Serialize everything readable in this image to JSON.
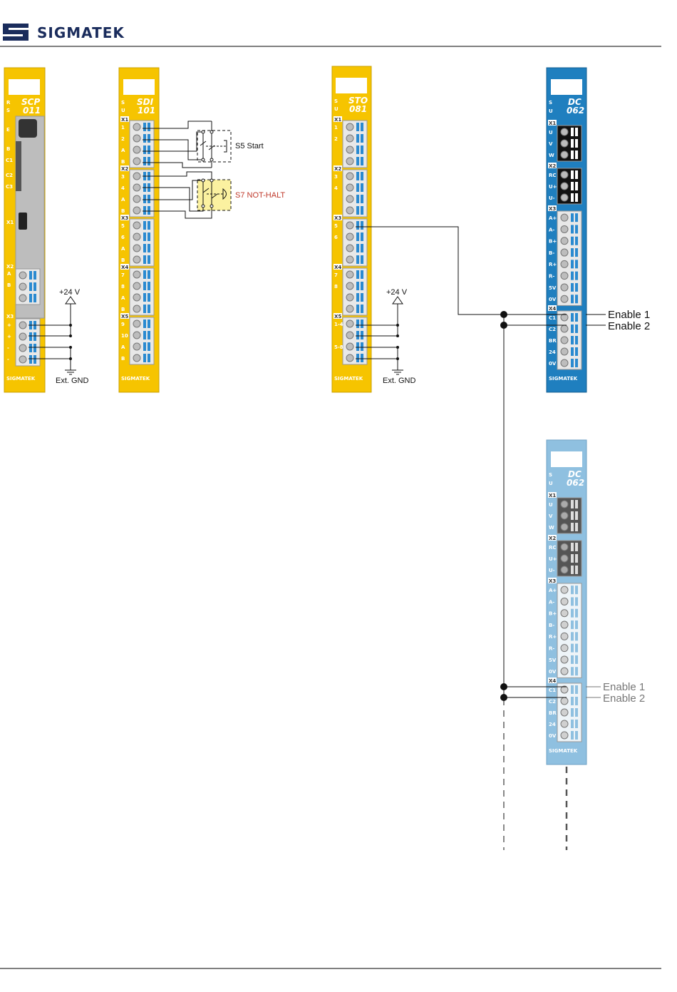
{
  "header": {
    "logo_text": "SIGMATEK"
  },
  "modules": {
    "scp": {
      "title1": "SCP",
      "title2": "011",
      "brand": "SIGMATEK",
      "leds": [
        "R",
        "S"
      ],
      "side_labels": [
        "E",
        "B",
        "C1",
        "C2",
        "C3"
      ],
      "conn_labels": [
        "X1",
        "X2",
        "X3"
      ],
      "x2_pins": [
        "A",
        "B",
        "-"
      ],
      "x3_pins": [
        "+",
        "+",
        "-",
        "-"
      ]
    },
    "sdi": {
      "title1": "SDI",
      "title2": "101",
      "brand": "SIGMATEK",
      "leds": [
        "S",
        "U"
      ],
      "conn_labels": [
        "X1",
        "X2",
        "X3",
        "X4",
        "X5"
      ],
      "pins": [
        "1",
        "2",
        "A",
        "B",
        "3",
        "4",
        "A",
        "B",
        "5",
        "6",
        "A",
        "B",
        "7",
        "8",
        "A",
        "B",
        "9",
        "10",
        "A",
        "B"
      ]
    },
    "sto": {
      "title1": "STO",
      "title2": "081",
      "brand": "SIGMATEK",
      "leds": [
        "S",
        "U"
      ],
      "conn_labels": [
        "X1",
        "X2",
        "X3",
        "X4",
        "X5"
      ],
      "pins": [
        "1",
        "2",
        "",
        "",
        "3",
        "4",
        "",
        "",
        "5",
        "6",
        "",
        "",
        "7",
        "8",
        "",
        "",
        "1-4",
        "",
        "5-8",
        ""
      ]
    },
    "dc1": {
      "title1": "DC",
      "title2": "062",
      "brand": "SIGMATEK",
      "leds": [
        "S",
        "U"
      ],
      "conn_labels": [
        "X1",
        "X2",
        "X3",
        "X4"
      ],
      "x1_pins": [
        "U",
        "V",
        "W"
      ],
      "x2_pins": [
        "RC",
        "U+",
        "U-"
      ],
      "x3_pins": [
        "A+",
        "A-",
        "B+",
        "B-",
        "R+",
        "R-",
        "5V",
        "0V"
      ],
      "x4_pins": [
        "C1",
        "C2",
        "BR",
        "24",
        "0V"
      ]
    },
    "dc2": {
      "title1": "DC",
      "title2": "062",
      "brand": "SIGMATEK",
      "leds": [
        "S",
        "U"
      ],
      "conn_labels": [
        "X1",
        "X2",
        "X3",
        "X4"
      ],
      "x1_pins": [
        "U",
        "V",
        "W"
      ],
      "x2_pins": [
        "RC",
        "U+",
        "U-"
      ],
      "x3_pins": [
        "A+",
        "A-",
        "B+",
        "B-",
        "R+",
        "R-",
        "5V",
        "0V"
      ],
      "x4_pins": [
        "C1",
        "C2",
        "BR",
        "24",
        "0V"
      ]
    }
  },
  "labels": {
    "plus24_a": "+24 V",
    "gnd_a": "Ext. GND",
    "plus24_b": "+24 V",
    "gnd_b": "Ext. GND",
    "s5": "S5 Start",
    "s7": "S7 NOT-HALT",
    "enable1_a": "Enable 1",
    "enable2_a": "Enable 2",
    "enable1_b": "Enable 1",
    "enable2_b": "Enable 2"
  },
  "colors": {
    "yellow": "#f6c400",
    "blue": "#1f7fbf",
    "light_blue": "#8fc0e0",
    "logo": "#1a2c5c"
  }
}
